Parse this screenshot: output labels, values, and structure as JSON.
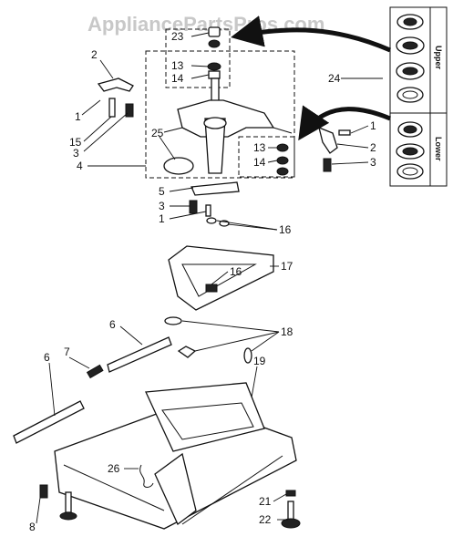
{
  "watermark": "AppliancePartsPros.com",
  "bearing_panel": {
    "upper_label": "Upper",
    "lower_label": "Lower"
  },
  "callouts": {
    "c1a": "1",
    "c1b": "1",
    "c1c": "1",
    "c2a": "2",
    "c2b": "2",
    "c3a": "3",
    "c3b": "3",
    "c3c": "3",
    "c4": "4",
    "c5": "5",
    "c6a": "6",
    "c6b": "6",
    "c7": "7",
    "c8": "8",
    "c13a": "13",
    "c13b": "13",
    "c14a": "14",
    "c14b": "14",
    "c15": "15",
    "c16a": "16",
    "c16b": "16",
    "c17": "17",
    "c18": "18",
    "c19": "19",
    "c21": "21",
    "c22": "22",
    "c23": "23",
    "c24": "24",
    "c25": "25",
    "c26": "26"
  }
}
